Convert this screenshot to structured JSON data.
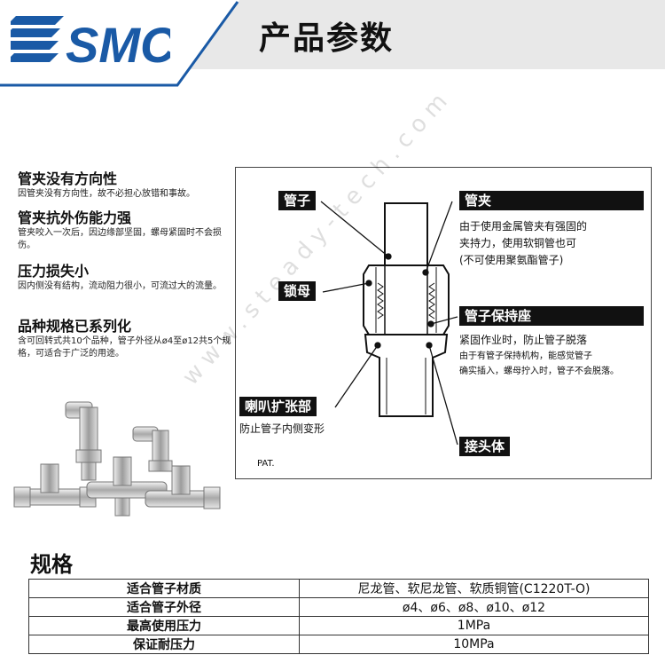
{
  "header": {
    "brand": "SMC",
    "title": "产品参数"
  },
  "features": [
    {
      "title": "管夹没有方向性",
      "desc": "因管夹没有方向性，故不必担心放错和事故。"
    },
    {
      "title": "管夹抗外伤能力强",
      "desc": "管夹咬入一次后，因边缘部坚固，螺母紧固时不会损伤。"
    },
    {
      "title": "压力损失小",
      "desc": "因内侧没有结构，流动阻力很小，可流过大的流量。"
    },
    {
      "title": "品种规格已系列化",
      "desc": "含可回转式共10个品种，管子外径从ø4至ø12共5个规格，可适合于广泛的用途。"
    }
  ],
  "diagram": {
    "tube_label": "管子",
    "nut_label": "锁母",
    "flare_label": "喇叭扩张部",
    "flare_desc": "防止管子内侧变形",
    "pat": "PAT.",
    "clamp_label": "管夹",
    "clamp_desc": [
      "由于使用金属管夹有强固的",
      "夹持力，使用软铜管也可",
      "(不可使用聚氨酯管子)"
    ],
    "holder_label": "管子保持座",
    "holder_desc1": "紧固作业时，防止管子脱落",
    "holder_desc2": [
      "由于有管子保持机构，能感觉管子",
      "确实插入，螺母拧入时，管子不会脱落。"
    ],
    "body_label": "接头体"
  },
  "spec": {
    "title": "规格",
    "rows": [
      {
        "key": "适合管子材质",
        "value": "尼龙管、软尼龙管、软质铜管(C1220T-O)"
      },
      {
        "key": "适合管子外径",
        "value": "ø4、ø6、ø8、ø10、ø12"
      },
      {
        "key": "最高使用压力",
        "value": "1MPa"
      },
      {
        "key": "保证耐压力",
        "value": "10MPa"
      }
    ]
  },
  "watermark": "www.steady-tech.com",
  "colors": {
    "brand": "#1a5aa6",
    "header_bg": "#e8e8e8",
    "tag_bg": "#111111"
  }
}
